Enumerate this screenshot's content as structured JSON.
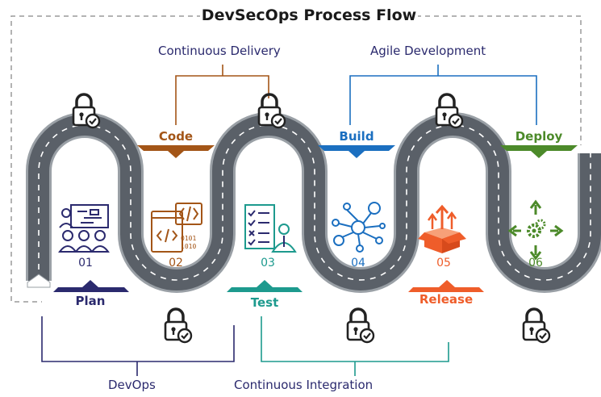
{
  "title": "DevSecOps Process Flow",
  "groups": {
    "continuous_delivery": "Continuous Delivery",
    "agile_development": "Agile Development",
    "devops": "DevOps",
    "continuous_integration": "Continuous Integration"
  },
  "stages": [
    {
      "label": "Plan",
      "number": "01",
      "color": "#2b2a6e",
      "icon": "planning-team-icon"
    },
    {
      "label": "Code",
      "number": "02",
      "color": "#a35517",
      "icon": "code-window-icon"
    },
    {
      "label": "Test",
      "number": "03",
      "color": "#1d9a8e",
      "icon": "test-checklist-icon"
    },
    {
      "label": "Build",
      "number": "04",
      "color": "#1b6fc0",
      "icon": "build-network-icon"
    },
    {
      "label": "Release",
      "number": "05",
      "color": "#ef5d2a",
      "icon": "release-box-icon"
    },
    {
      "label": "Deploy",
      "number": "06",
      "color": "#4c8a2a",
      "icon": "deploy-gears-icon"
    }
  ],
  "colors": {
    "road": "#5a6068",
    "road_edge": "#9aa0a6",
    "lane_mark": "#ffffff",
    "lock": "#222222",
    "dashed_frame": "#9a9a9a"
  }
}
